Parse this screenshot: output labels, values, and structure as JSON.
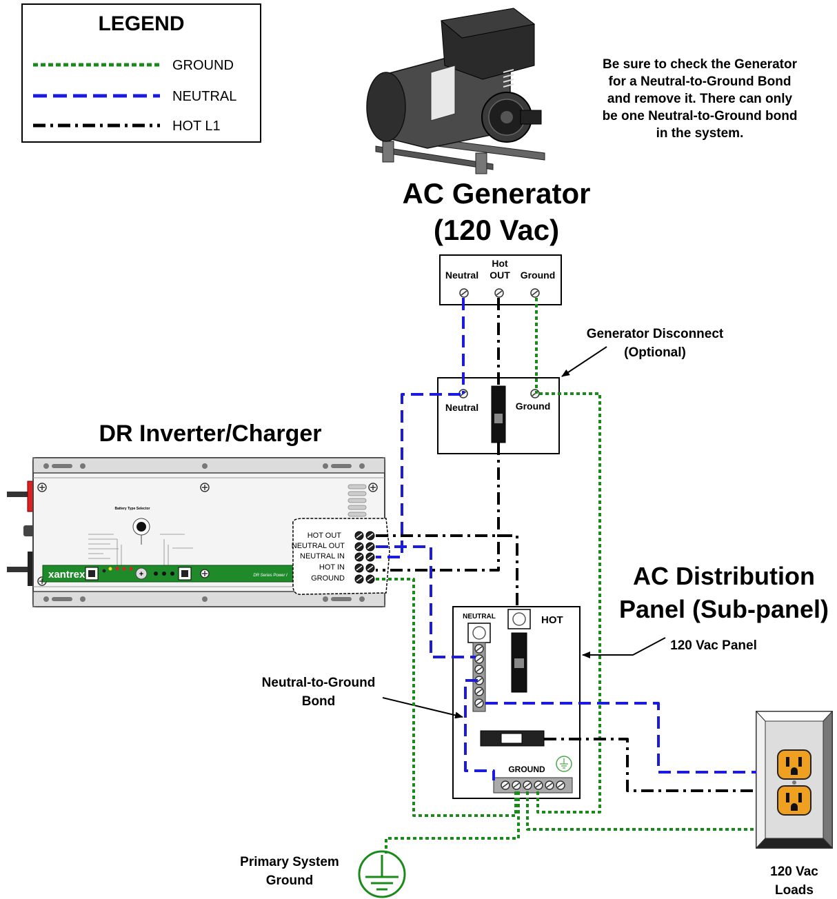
{
  "legend": {
    "title": "LEGEND",
    "items": [
      {
        "label": "GROUND",
        "color": "#1a8a1a",
        "style": "dotted"
      },
      {
        "label": "NEUTRAL",
        "color": "#1a1ae0",
        "style": "dashed"
      },
      {
        "label": "HOT L1",
        "color": "#000000",
        "style": "dash-dot"
      }
    ]
  },
  "note": {
    "lines": [
      "Be sure to check the Generator",
      "for a Neutral-to-Ground Bond",
      "and remove it.  There can only",
      "be one Neutral-to-Ground bond",
      "in the system."
    ]
  },
  "generator": {
    "title_line1": "AC Generator",
    "title_line2": "(120 Vac)",
    "terminals": {
      "neutral": "Neutral",
      "hot_top": "Hot",
      "hot_bottom": "OUT",
      "ground": "Ground"
    }
  },
  "disconnect": {
    "label_line1": "Generator Disconnect",
    "label_line2": "(Optional)",
    "neutral": "Neutral",
    "ground": "Ground"
  },
  "inverter": {
    "title": "DR Inverter/Charger",
    "brand": "xantrex",
    "selector_label": "Battery Type Selector",
    "series_label": "DR Series Power I",
    "terminals": [
      "HOT OUT",
      "NEUTRAL OUT",
      "NEUTRAL IN",
      "HOT IN",
      "GROUND"
    ]
  },
  "panel": {
    "title_line1": "AC Distribution",
    "title_line2": "Panel (Sub-panel)",
    "callout": "120 Vac Panel",
    "neutral": "NEUTRAL",
    "hot": "HOT",
    "ground": "GROUND"
  },
  "bond": {
    "line1": "Neutral-to-Ground",
    "line2": "Bond"
  },
  "system_ground": {
    "line1": "Primary System",
    "line2": "Ground"
  },
  "loads": {
    "line1": "120 Vac",
    "line2": "Loads"
  },
  "colors": {
    "ground": "#1a8a1a",
    "neutral": "#1a1ae0",
    "hot": "#000000",
    "outlet": "#f0a020"
  }
}
